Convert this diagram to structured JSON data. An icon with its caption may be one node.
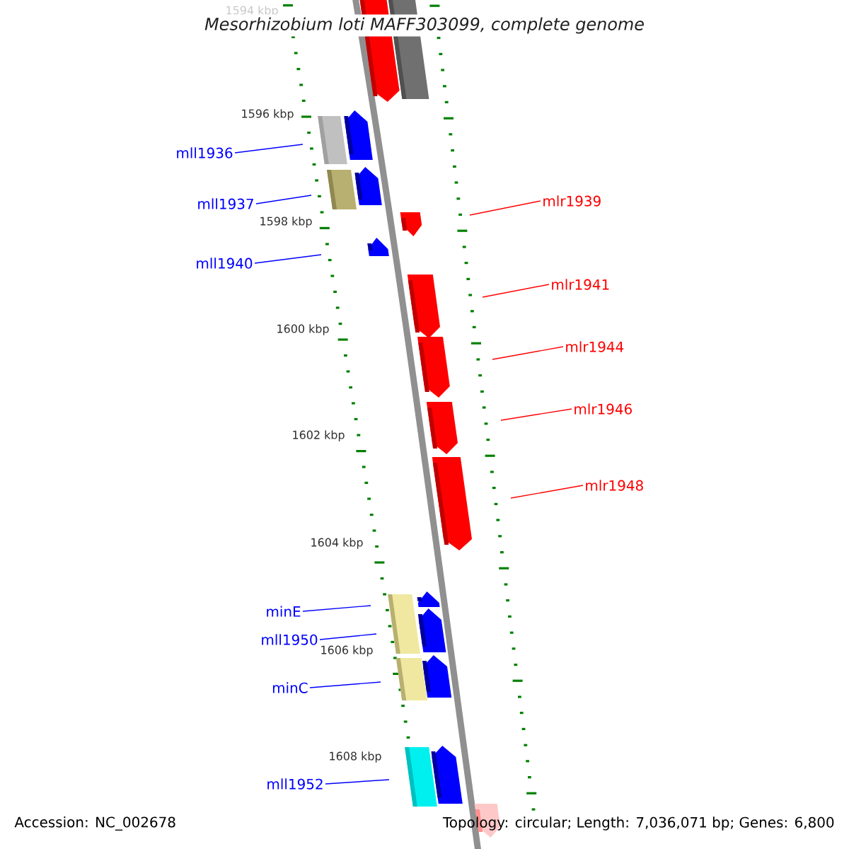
{
  "diagram": {
    "title": "Mesorhizobium loti MAFF303099, complete genome",
    "nodes": [
      {
        "text": [
          "mll1936"
        ]
      },
      {
        "text": [
          "mll1937"
        ]
      },
      {
        "text": [
          "mlr1939"
        ]
      },
      {
        "text": [
          "mll1940"
        ]
      },
      {
        "text": [
          "mlr1941"
        ]
      },
      {
        "text": [
          "mlr1944"
        ]
      },
      {
        "text": [
          "mlr1946"
        ]
      },
      {
        "text": [
          "mlr1948"
        ]
      },
      {
        "text": [
          "minE"
        ]
      },
      {
        "text": [
          "mll1950"
        ]
      },
      {
        "text": [
          "minC"
        ]
      },
      {
        "text": [
          "mll1952"
        ]
      }
    ],
    "edges": [
      {
        "from": 0,
        "to": null,
        "arrow": "none"
      },
      {
        "from": 1,
        "to": null,
        "arrow": "none"
      },
      {
        "from": 2,
        "to": null,
        "arrow": "none",
        "color": "#ff0000"
      },
      {
        "from": 3,
        "to": null,
        "arrow": "none"
      },
      {
        "from": 4,
        "to": null,
        "arrow": "none",
        "color": "#ff0000"
      },
      {
        "from": 5,
        "to": null,
        "arrow": "none",
        "color": "#ff0000"
      },
      {
        "from": 6,
        "to": null,
        "arrow": "none",
        "color": "#ff0000"
      },
      {
        "from": 7,
        "to": null,
        "arrow": "none",
        "color": "#ff0000"
      },
      {
        "from": 8,
        "to": null,
        "arrow": "none"
      },
      {
        "from": 9,
        "to": null,
        "arrow": "none"
      },
      {
        "from": 10,
        "to": null,
        "arrow": "none"
      },
      {
        "from": 11,
        "to": null,
        "arrow": "none"
      }
    ],
    "labels": [
      "1594 kbp",
      "1596 kbp",
      "1598 kbp",
      "1600 kbp",
      "1602 kbp",
      "1604 kbp",
      "1606 kbp",
      "1608 kbp",
      "Accession: NC_002678",
      "Topology: circular; Length: 7,036,071 bp; Genes: 6,800"
    ]
  }
}
